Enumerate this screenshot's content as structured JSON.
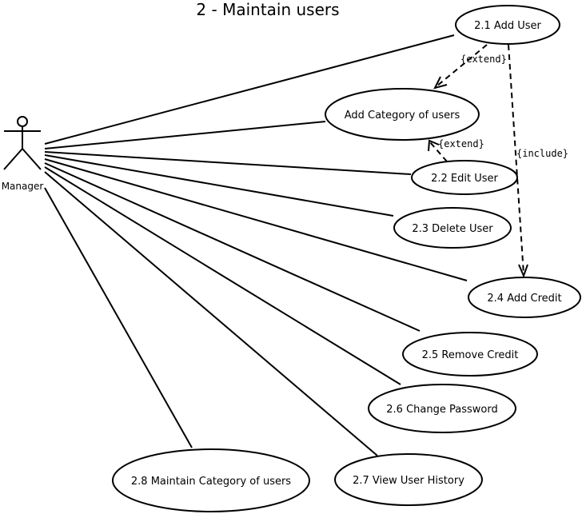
{
  "diagram": {
    "title": "2 - Maintain users",
    "actor": {
      "label": "Manager"
    },
    "use_cases": {
      "add_user": "2.1 Add User",
      "add_category": "Add Category of users",
      "edit_user": "2.2 Edit User",
      "delete_user": "2.3 Delete User",
      "add_credit": "2.4 Add Credit",
      "remove_credit": "2.5 Remove Credit",
      "change_password": "2.6 Change Password",
      "view_history": "2.7 View User History",
      "maintain_category": "2.8 Maintain Category of users"
    },
    "relations": {
      "extend_1": "{extend}",
      "extend_2": "{extend}",
      "include_1": "{include}"
    }
  }
}
